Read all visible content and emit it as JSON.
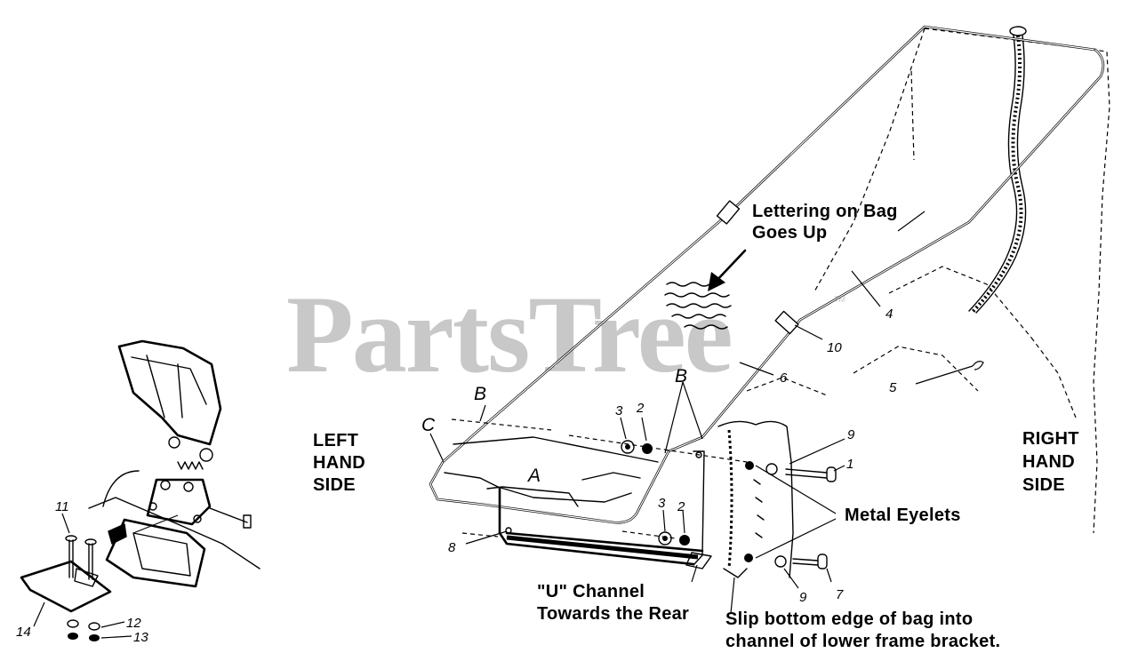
{
  "watermark": {
    "text": "PartsTree",
    "tm": "TM"
  },
  "side_labels": {
    "left": [
      "LEFT",
      "HAND",
      "SIDE"
    ],
    "right": [
      "RIGHT",
      "HAND",
      "SIDE"
    ]
  },
  "notes": {
    "lettering": [
      "Lettering on Bag",
      "Goes Up"
    ],
    "metal_eyelets": "Metal Eyelets",
    "u_channel": [
      "\"U\" Channel",
      "Towards the Rear"
    ],
    "slip_bottom": [
      "Slip bottom edge of bag into",
      "channel of lower frame bracket."
    ]
  },
  "letters": {
    "a": "A",
    "b": "B",
    "c": "C"
  },
  "part_numbers": {
    "p1": "1",
    "p2": "2",
    "p3": "3",
    "p4": "4",
    "p5": "5",
    "p6": "6",
    "p7": "7",
    "p8": "8",
    "p9": "9",
    "p10": "10",
    "p11": "11",
    "p12": "12",
    "p13": "13",
    "p14": "14"
  }
}
